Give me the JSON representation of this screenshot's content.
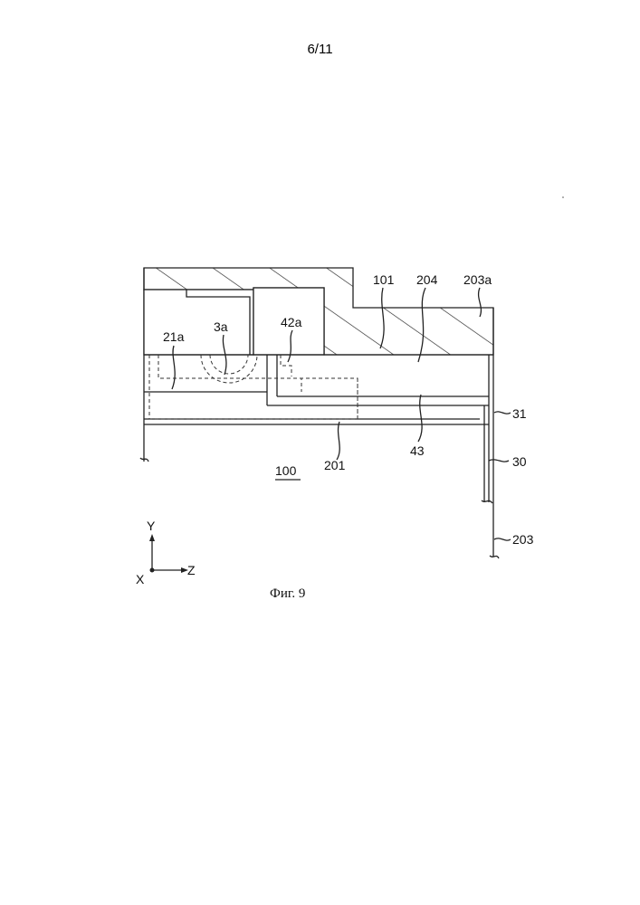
{
  "page": {
    "number": "6/11"
  },
  "figure": {
    "caption": "Фиг. 9",
    "labels": {
      "l101": "101",
      "l204": "204",
      "l203a": "203a",
      "l21a": "21a",
      "l3a": "3a",
      "l42a": "42a",
      "l31": "31",
      "l43": "43",
      "l30": "30",
      "l201": "201",
      "l100": "100",
      "l203": "203"
    },
    "axes": {
      "y": "Y",
      "z": "Z",
      "x": "X"
    }
  }
}
